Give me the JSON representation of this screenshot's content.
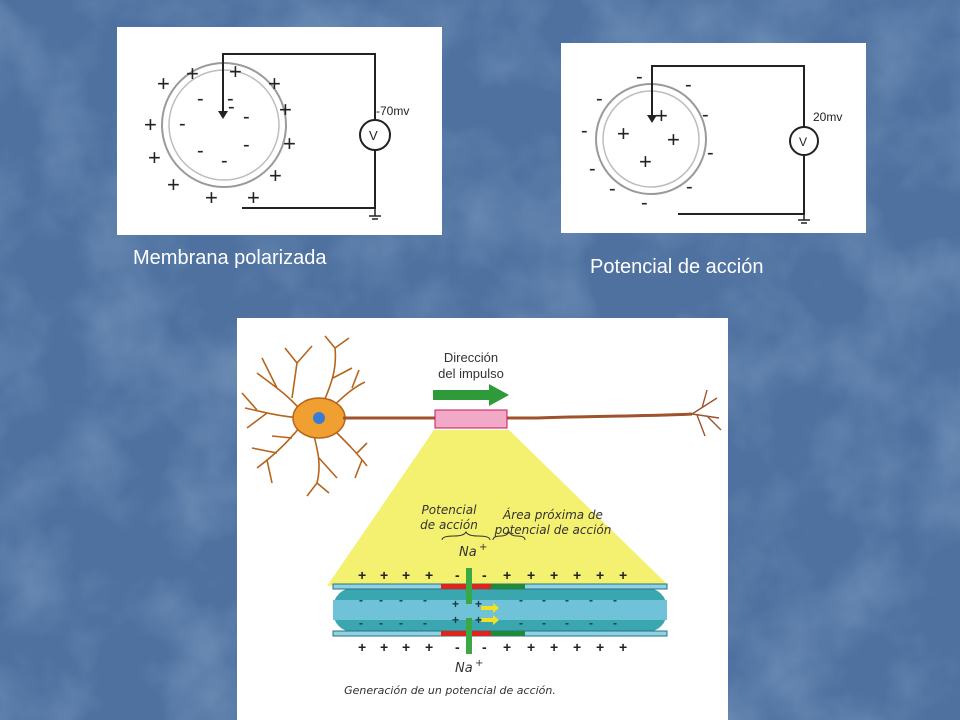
{
  "slide": {
    "background": "#4c6f9c",
    "caption_left": "Membrana polarizada",
    "caption_right": "Potencial de acción"
  },
  "polarized_panel": {
    "voltage": "-70mv",
    "meter": "V"
  },
  "action_panel": {
    "voltage": "20mv",
    "meter": "V"
  },
  "neuron_figure": {
    "direction_label_1": "Dirección",
    "direction_label_2": "del impulso",
    "ap_label_1": "Potencial",
    "ap_label_2": "de acción",
    "near_label_1": "Área próxima de",
    "near_label_2": "potencial de acción",
    "ion_top": "Na",
    "ion_bottom": "Na",
    "ion_charge": "+",
    "footer": "Generación de un potencial de acción.",
    "colors": {
      "axon": "#3aa6b0",
      "membrane_active": "#e2231a",
      "membrane_near": "#1e8a3a",
      "cone": "#f4f070"
    }
  }
}
